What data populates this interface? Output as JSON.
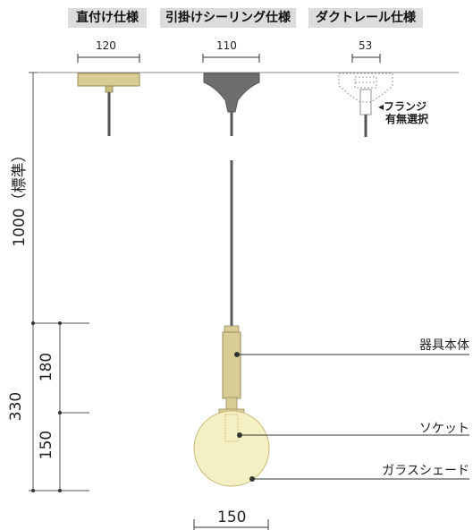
{
  "mount_types": [
    {
      "label": "直付け仕様",
      "width": "120"
    },
    {
      "label": "引掛けシーリング仕様",
      "width": "110"
    },
    {
      "label": "ダクトレール仕様",
      "width": "53"
    }
  ],
  "flange_note": {
    "line1": "◂フランジ",
    "line2": "有無選択"
  },
  "dimensions": {
    "cord_length": "1000（標準）",
    "body_total": "330",
    "body_upper": "180",
    "body_lower": "150",
    "shade_width": "150"
  },
  "part_labels": {
    "body": "器具本体",
    "socket": "ソケット",
    "shade": "ガラスシェード"
  }
}
